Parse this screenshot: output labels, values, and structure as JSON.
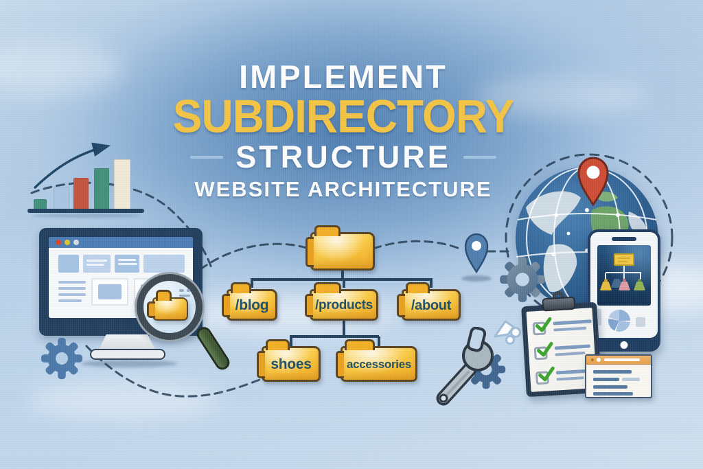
{
  "title": {
    "line1": "IMPLEMENT",
    "line2": "SUBDIRECTORY",
    "line3": "STRUCTURE",
    "line4": "WEBSITE ARCHITECTURE"
  },
  "directory_tree": {
    "root_label": "",
    "level1": [
      {
        "label": "/blog"
      },
      {
        "label": "/products"
      },
      {
        "label": "/about"
      }
    ],
    "level2": [
      {
        "label": "shoes"
      },
      {
        "label": "accessories"
      }
    ]
  },
  "illustrations": {
    "left": [
      "growth-bar-chart",
      "trend-arrow",
      "browser-monitor",
      "magnifier-with-folder",
      "gear"
    ],
    "center": [
      "folder-tree",
      "dashed-connectors"
    ],
    "right": [
      "globe-with-grid",
      "red-location-pin",
      "blue-map-pin",
      "gear",
      "wrench",
      "hand-pointer",
      "checklist-clipboard",
      "smartphone-with-sitemap",
      "document-card"
    ]
  },
  "colors": {
    "background": "#bdd4e9",
    "title_white": "#fdfdfc",
    "title_yellow": "#f3c341",
    "folder_yellow": "#fbc940",
    "folder_text": "#1d4e66",
    "tree_line": "#223f5b",
    "navy": "#1e3c60",
    "bar_teal": "#3f8f78",
    "bar_blue": "#a9c4e2",
    "bar_red": "#c2523b",
    "bar_cream": "#f0e9d6",
    "pin_red": "#ce4b33",
    "check_green": "#3da32c",
    "card_header_orange": "#e9a95c"
  }
}
